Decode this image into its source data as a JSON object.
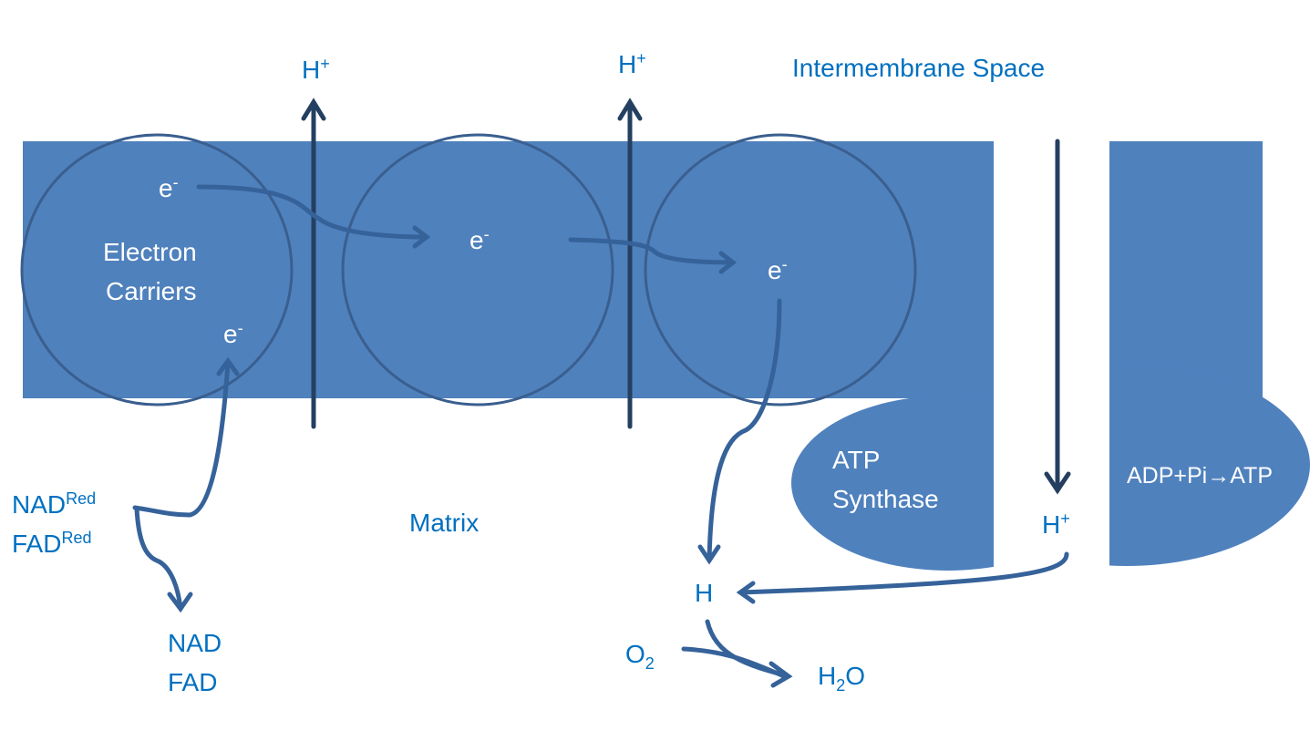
{
  "colors": {
    "membrane": "#4F81BD",
    "carrier_outline": "#3A5F8F",
    "proton_arrow": "#243F60",
    "electron_arrow": "#36629A",
    "label_blue": "#0070C0",
    "label_white": "#FFFFFF"
  },
  "labels": {
    "intermembrane_space": "Intermembrane Space",
    "matrix": "Matrix",
    "h": "H",
    "plus": "+",
    "electron": "e",
    "minus": "-",
    "electron_carriers_line1": "Electron",
    "electron_carriers_line2": "Carriers",
    "atp_synthase_line1": "ATP",
    "atp_synthase_line2": "Synthase",
    "atp_reaction": "ADP+Pi→ATP",
    "nad_red": "NAD",
    "fad_red": "FAD",
    "red": "Red",
    "nad": "NAD",
    "fad": "FAD",
    "o": "O",
    "two": "2",
    "h2o_h": "H",
    "h2o_o": "O"
  }
}
